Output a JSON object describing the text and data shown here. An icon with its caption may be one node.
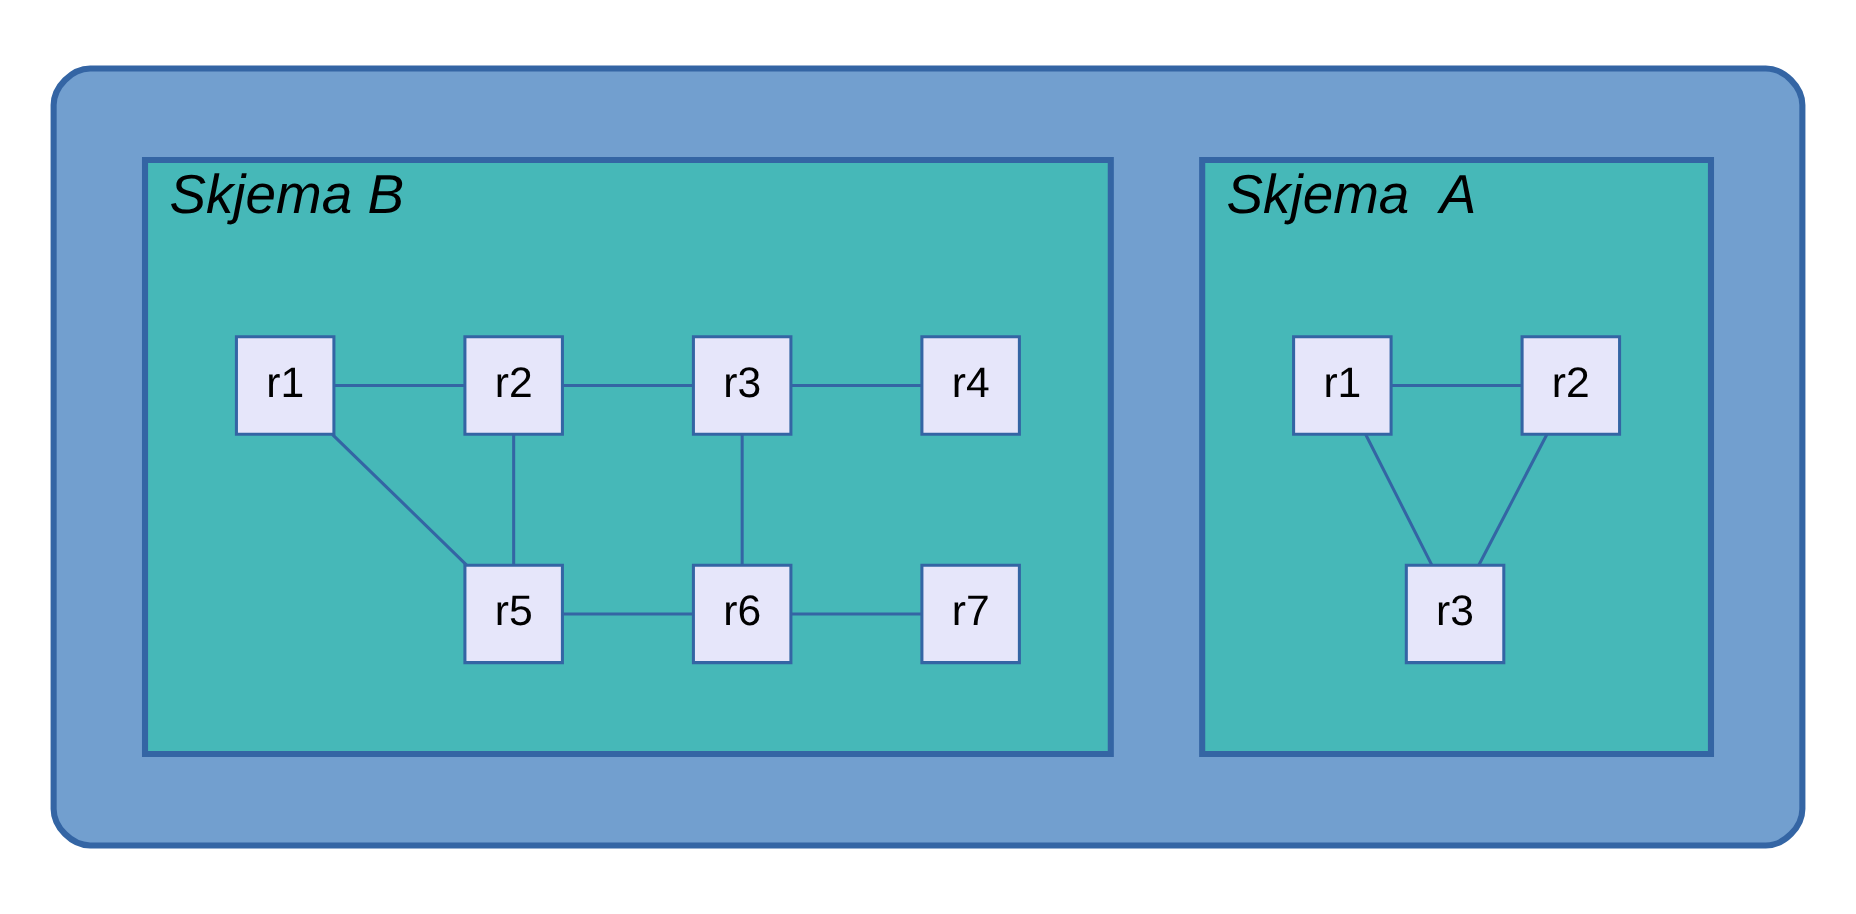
{
  "diagram": {
    "nodes": [
      {
        "text": [],
        "shape": "cylinder"
      },
      {
        "text": [
          "Skjema  A"
        ],
        "in": 0
      },
      {
        "text": [
          "r1"
        ],
        "in": 1
      },
      {
        "text": [
          "r2"
        ],
        "in": 1
      },
      {
        "text": [
          "r3"
        ],
        "in": 1
      },
      {
        "text": [
          "Skjema B"
        ],
        "in": 0
      },
      {
        "text": [
          "r1"
        ],
        "in": 5
      },
      {
        "text": [
          "r2"
        ],
        "in": 5
      },
      {
        "text": [
          "r3"
        ],
        "in": 5
      },
      {
        "text": [
          "r4"
        ],
        "in": 5
      },
      {
        "text": [
          "r5"
        ],
        "in": 5
      },
      {
        "text": [
          "r6"
        ],
        "in": 5
      },
      {
        "text": [
          "r7"
        ],
        "in": 5
      }
    ],
    "edges": [
      {
        "from": 2,
        "to": 3,
        "arrow": "none"
      },
      {
        "from": 2,
        "to": 4,
        "arrow": "none"
      },
      {
        "from": 4,
        "to": 3,
        "arrow": "none"
      },
      {
        "from": 6,
        "to": 7,
        "arrow": "none"
      },
      {
        "from": 7,
        "to": 8,
        "arrow": "none"
      },
      {
        "from": 8,
        "to": 9,
        "arrow": "none"
      },
      {
        "from": 6,
        "to": 10,
        "arrow": "none"
      },
      {
        "from": 10,
        "to": 7,
        "arrow": "none"
      },
      {
        "from": 8,
        "to": 11,
        "arrow": "none"
      },
      {
        "from": 11,
        "to": 12,
        "arrow": "none"
      },
      {
        "from": 10,
        "to": 11,
        "arrow": "none"
      }
    ]
  }
}
